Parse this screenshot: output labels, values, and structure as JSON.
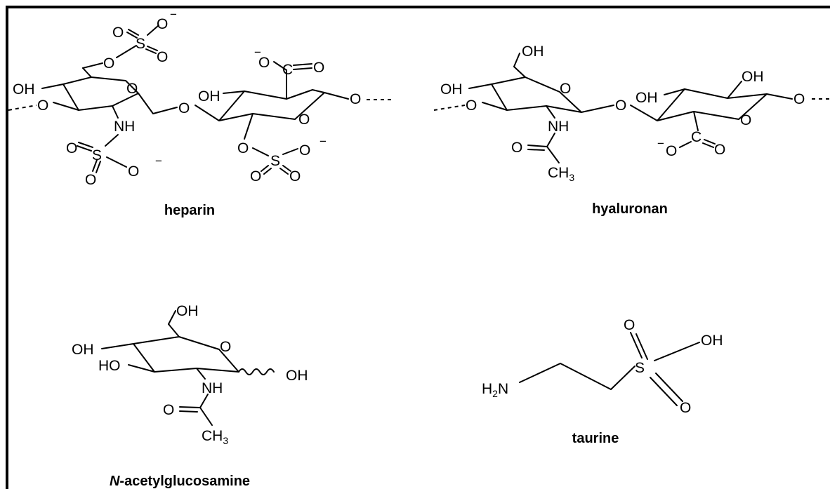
{
  "molecules": {
    "heparin": {
      "name": "heparin",
      "atoms": {
        "o": "O",
        "s": "S",
        "oh": "OH",
        "nh": "NH",
        "c": "C",
        "minus": "−"
      }
    },
    "hyaluronan": {
      "name": "hyaluronan",
      "atoms": {
        "o": "O",
        "oh": "OH",
        "nh": "NH",
        "c": "C",
        "ch": "CH",
        "sub3": "3",
        "minus": "−"
      }
    },
    "nacetylglucosamine": {
      "name_italic": "N",
      "name_rest": "-acetylglucosamine",
      "atoms": {
        "o": "O",
        "oh": "OH",
        "ho": "HO",
        "nh": "NH",
        "ch": "CH",
        "sub3": "3"
      }
    },
    "taurine": {
      "name": "taurine",
      "atoms": {
        "o": "O",
        "s": "S",
        "oh": "OH",
        "h": "H",
        "sub2": "2",
        "n": "N"
      }
    }
  },
  "colors": {
    "ink": "#000000",
    "background": "#ffffff"
  }
}
